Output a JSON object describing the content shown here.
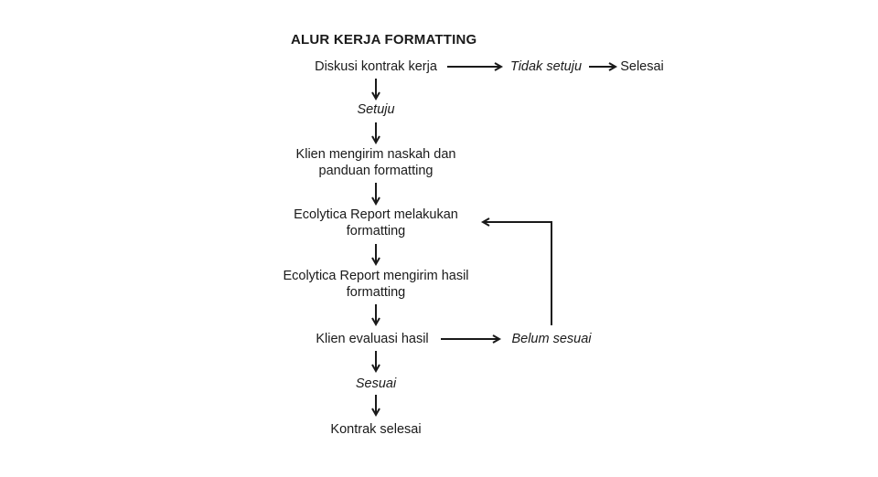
{
  "page": {
    "background": "#ffffff",
    "ink": "#1a1a1a"
  },
  "flowchart": {
    "title": "ALUR KERJA FORMATTING",
    "nodes": {
      "diskusi_kontrak": {
        "label": "Diskusi kontrak kerja"
      },
      "tidak_setuju": {
        "label": "Tidak setuju"
      },
      "selesai": {
        "label": "Selesai"
      },
      "setuju": {
        "label": "Setuju"
      },
      "kirim_naskah": {
        "line1": "Klien mengirim naskah dan",
        "line2": "panduan formatting"
      },
      "melakukan_formatting": {
        "line1": "Ecolytica Report melakukan",
        "line2": "formatting"
      },
      "mengirim_hasil": {
        "line1": "Ecolytica Report mengirim hasil",
        "line2": "formatting"
      },
      "evaluasi_hasil": {
        "label": "Klien evaluasi hasil"
      },
      "belum_sesuai": {
        "label": "Belum sesuai"
      },
      "sesuai": {
        "label": "Sesuai"
      },
      "kontrak_selesai": {
        "label": "Kontrak selesai"
      }
    },
    "edges": [
      "diskusi_kontrak -> tidak_setuju",
      "tidak_setuju -> selesai",
      "diskusi_kontrak -> setuju",
      "setuju -> kirim_naskah",
      "kirim_naskah -> melakukan_formatting",
      "melakukan_formatting -> mengirim_hasil",
      "mengirim_hasil -> evaluasi_hasil",
      "evaluasi_hasil -> belum_sesuai",
      "belum_sesuai -> melakukan_formatting",
      "evaluasi_hasil -> sesuai",
      "sesuai -> kontrak_selesai"
    ]
  }
}
